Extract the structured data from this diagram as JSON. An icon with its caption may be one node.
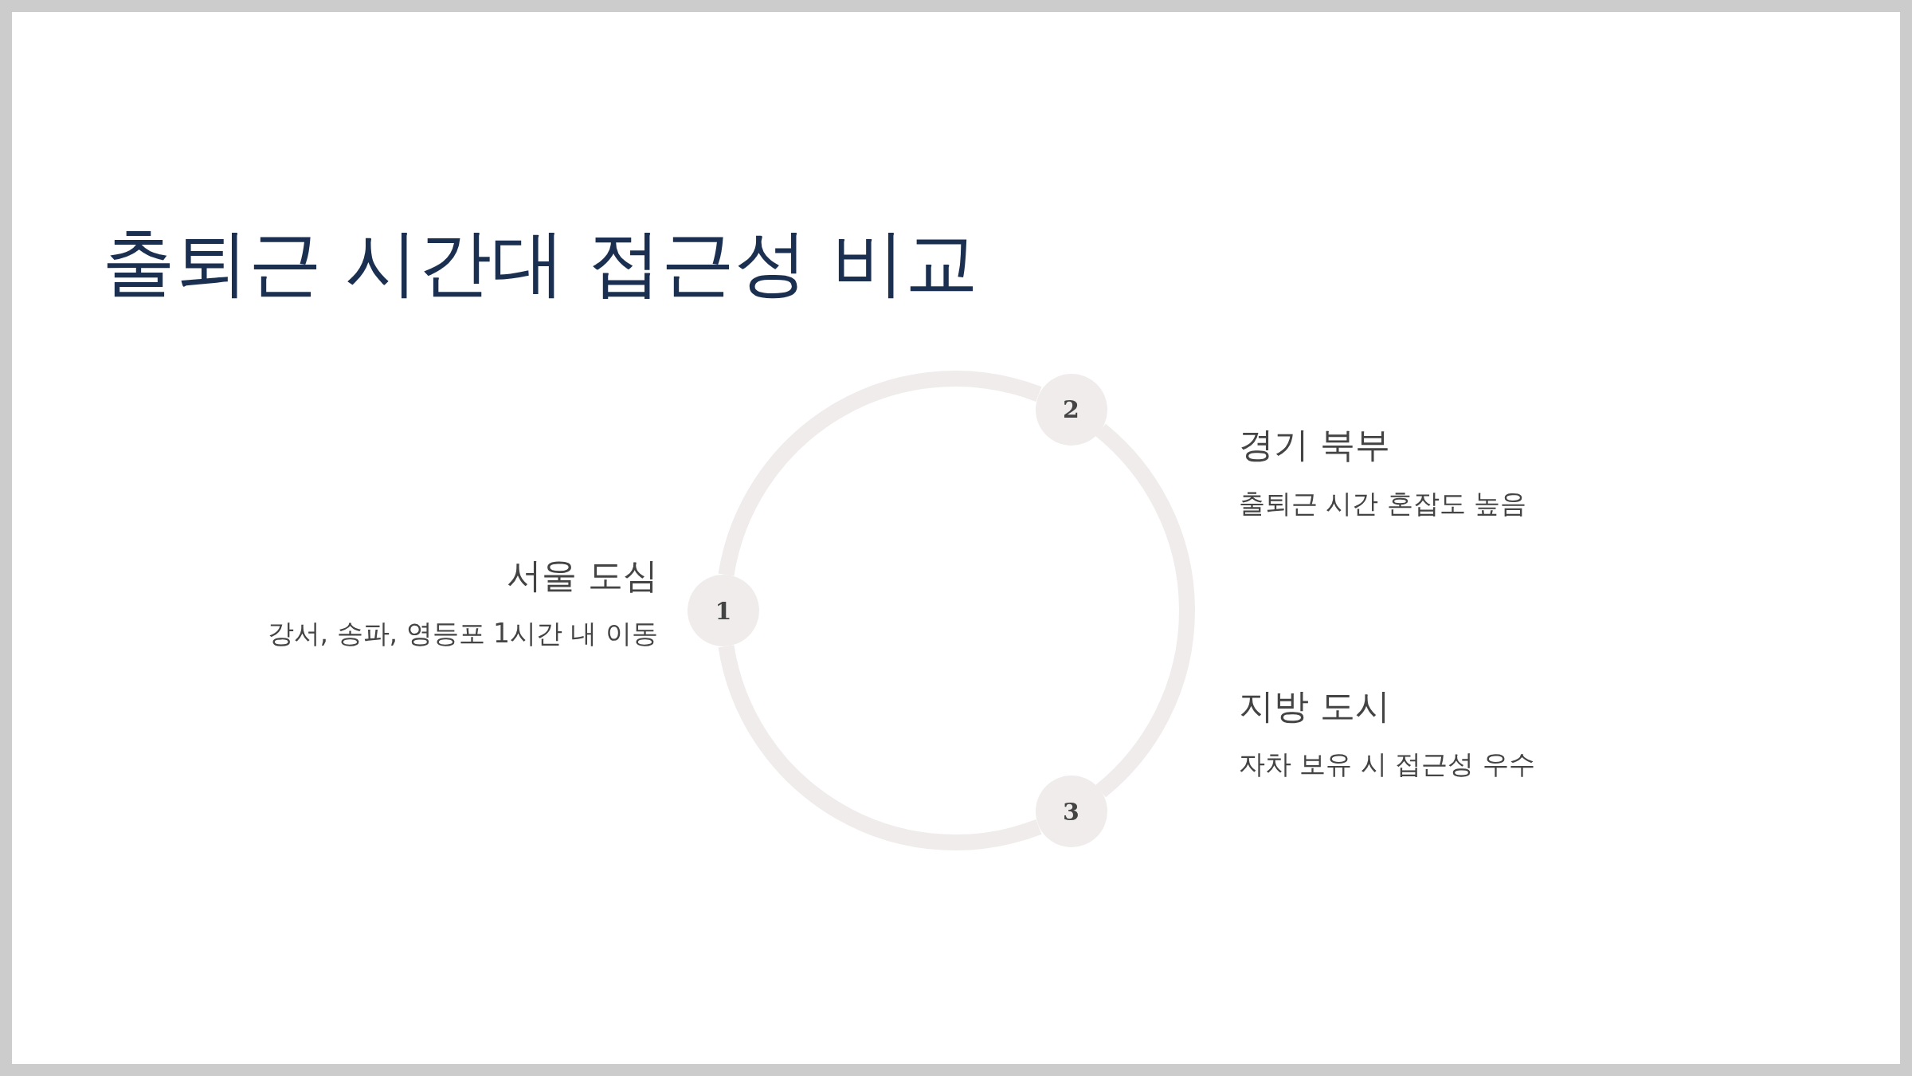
{
  "diagram": {
    "title": "출퇴근 시간대 접근성 비교",
    "nodes": [
      {
        "text": [
          "1"
        ],
        "beside": [
          "서울 도심",
          "강서, 송파, 영등포 1시간 내 이동"
        ]
      },
      {
        "text": [
          "2"
        ],
        "beside": [
          "경기 북부",
          "출퇴근 시간 혼잡도 높음"
        ]
      },
      {
        "text": [
          "3"
        ],
        "beside": [
          "지방 도시",
          "자차 보유 시 접근성 우수"
        ]
      }
    ],
    "edges": [
      {
        "from": 0,
        "to": 1,
        "arrow": "none"
      },
      {
        "from": 1,
        "to": 2,
        "arrow": "none"
      },
      {
        "from": 2,
        "to": 0,
        "arrow": "none"
      }
    ]
  }
}
